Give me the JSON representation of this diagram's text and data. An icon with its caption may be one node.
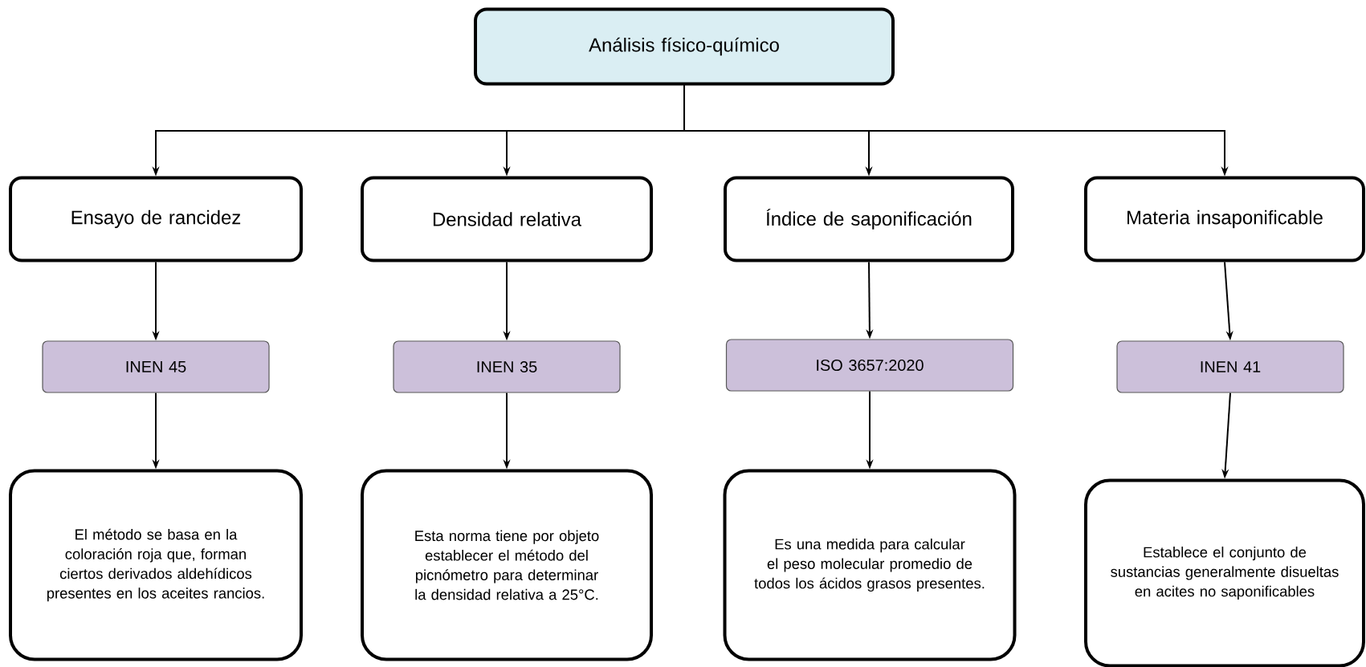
{
  "diagram": {
    "nodes": [
      {
        "text": [
          "Análisis físico-químico"
        ]
      },
      {
        "text": [
          "Ensayo de rancidez"
        ]
      },
      {
        "text": [
          "Densidad relativa"
        ]
      },
      {
        "text": [
          "Índice de saponificación"
        ]
      },
      {
        "text": [
          "Materia insaponificable"
        ]
      },
      {
        "text": [
          "INEN 45"
        ]
      },
      {
        "text": [
          "INEN 35"
        ]
      },
      {
        "text": [
          "ISO 3657:2020"
        ]
      },
      {
        "text": [
          "INEN 41"
        ]
      },
      {
        "text": [
          "El método se basa en la coloración roja que, forman ciertos derivados aldehídicos presentes en los aceites rancios."
        ]
      },
      {
        "text": [
          "Esta norma tiene por objeto establecer el método del picnómetro para determinar la densidad relativa a 25°C."
        ]
      },
      {
        "text": [
          "Es una medida para calcular el peso molecular promedio de todos los ácidos grasos presentes."
        ]
      },
      {
        "text": [
          "Establece el conjunto de sustancias generalmente disueltas en acites no saponificables"
        ]
      }
    ],
    "edges": [
      {
        "from": 0,
        "to": 1,
        "arrow": "to"
      },
      {
        "from": 0,
        "to": 2,
        "arrow": "to"
      },
      {
        "from": 0,
        "to": 3,
        "arrow": "to"
      },
      {
        "from": 0,
        "to": 4,
        "arrow": "to"
      },
      {
        "from": 1,
        "to": 5,
        "arrow": "to"
      },
      {
        "from": 2,
        "to": 6,
        "arrow": "to"
      },
      {
        "from": 3,
        "to": 7,
        "arrow": "to"
      },
      {
        "from": 4,
        "to": 8,
        "arrow": "to"
      },
      {
        "from": 5,
        "to": 9,
        "arrow": "to"
      },
      {
        "from": 6,
        "to": 10,
        "arrow": "to"
      },
      {
        "from": 7,
        "to": 11,
        "arrow": "to"
      },
      {
        "from": 8,
        "to": 12,
        "arrow": "to"
      }
    ]
  }
}
